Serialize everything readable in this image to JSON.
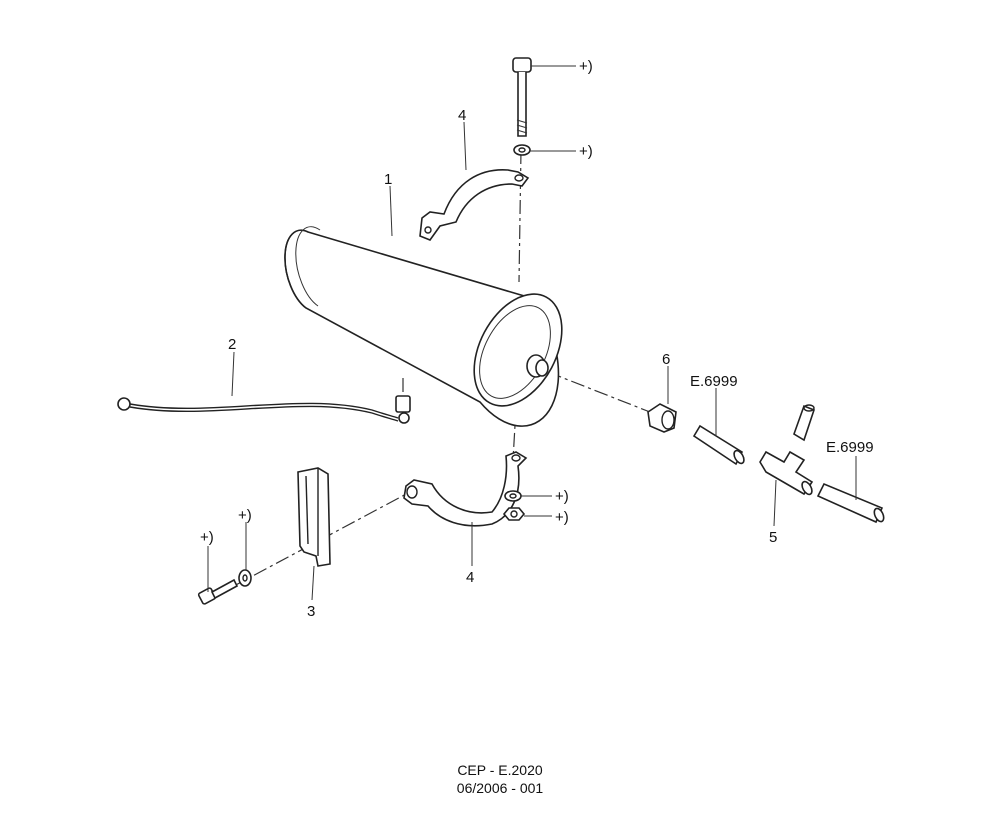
{
  "labels": {
    "tank": "1",
    "cable": "2",
    "bracket": "3",
    "strap_top": "4",
    "strap_bottom": "4",
    "tee": "5",
    "fitting": "6",
    "ref_left": "E.6999",
    "ref_right": "E.6999",
    "plus_bolt_top": "+)",
    "plus_washer_top": "+)",
    "plus_washer_bottom": "+)",
    "plus_nut_bottom": "+)",
    "plus_bolt_left": "+)",
    "plus_washer_left": "+)"
  },
  "footer": {
    "line1": "CEP - E.2020",
    "line2": "06/2006 - 001"
  }
}
